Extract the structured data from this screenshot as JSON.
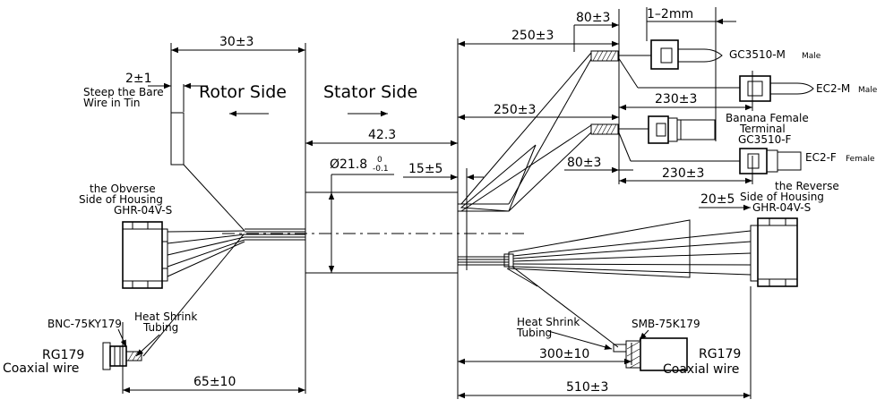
{
  "sides": {
    "rotor": "Rotor Side",
    "stator": "Stator Side"
  },
  "dimensions": {
    "rotor_30": "30±3",
    "tin_2": "2±1",
    "len_42": "42.3",
    "dia_main": "Ø21.8",
    "dia_tol_upper": "0",
    "dia_tol_lower": "-0.1",
    "len_15": "15±5",
    "len_250_top": "250±3",
    "len_250_mid": "250±3",
    "len_80_top": "80±3",
    "len_80_mid": "80±3",
    "gap_1_2": "1–2mm",
    "len_230_top": "230±3",
    "len_230_bot": "230±3",
    "len_20": "20±5",
    "len_300": "300±10",
    "len_510": "510±3",
    "len_65": "65±10"
  },
  "labels": {
    "tin_line1": "Steep the Bare",
    "tin_line2": "Wire in Tin",
    "obverse_line1": "the Obverse",
    "obverse_line2": "Side of Housing",
    "obverse_line3": "GHR-04V-S",
    "reverse_line1": "the Reverse",
    "reverse_line2": "Side of Housing",
    "reverse_line3": "GHR-04V-S",
    "bnc": "BNC-75KY179",
    "heat_left_1": "Heat Shrink",
    "heat_left_2": "Tubing",
    "rg_left": "RG179",
    "coax_left": "Coaxial wire",
    "heat_right_1": "Heat Shrink",
    "heat_right_2": "Tubing",
    "smb": "SMB-75K179",
    "rg_right": "RG179",
    "coax_right": "Coaxial wire",
    "gc_male": "GC3510-M",
    "gc_male_suffix": "Male",
    "ec2_male": "EC2-M",
    "ec2_male_suffix": "Male",
    "banana_1": "Banana Female",
    "banana_2": "Terminal",
    "gc_female": "GC3510-F",
    "ec2_female": "EC2-F",
    "ec2_female_suffix": "Female"
  }
}
